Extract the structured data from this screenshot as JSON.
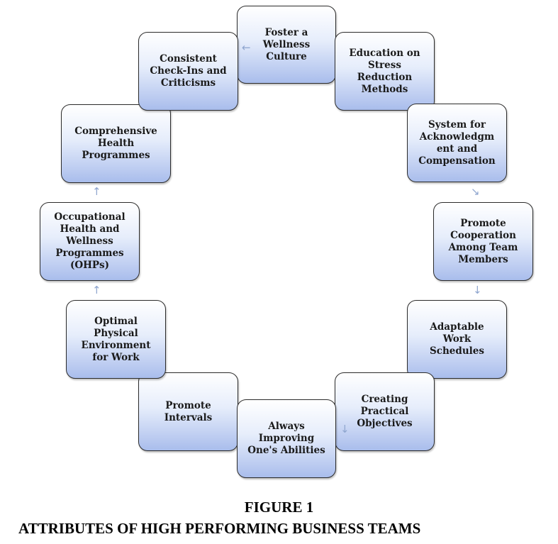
{
  "diagram": {
    "nodes": [
      {
        "id": "foster-wellness-culture",
        "label": "Foster a\nWellness\nCulture"
      },
      {
        "id": "education-stress-reduction",
        "label": "Education on\nStress\nReduction\nMethods"
      },
      {
        "id": "acknowledgment-compensation",
        "label": "System for\nAcknowledgm\nent and\nCompensation"
      },
      {
        "id": "promote-cooperation",
        "label": "Promote\nCooperation\nAmong Team\nMembers"
      },
      {
        "id": "adaptable-work-schedules",
        "label": "Adaptable\nWork\nSchedules"
      },
      {
        "id": "creating-practical-objectives",
        "label": "Creating\nPractical\nObjectives"
      },
      {
        "id": "always-improving-abilities",
        "label": "Always\nImproving\nOne's Abilities"
      },
      {
        "id": "promote-intervals",
        "label": "Promote\nIntervals"
      },
      {
        "id": "optimal-physical-environment",
        "label": "Optimal\nPhysical\nEnvironment\nfor Work"
      },
      {
        "id": "occupational-health-programmes",
        "label": "Occupational\nHealth and\nWellness\nProgrammes\n(OHPs)"
      },
      {
        "id": "comprehensive-health-programmes",
        "label": "Comprehensive\nHealth\nProgrammes"
      },
      {
        "id": "consistent-checkins",
        "label": "Consistent\nCheck-Ins and\nCriticisms"
      }
    ],
    "arrows": [
      {
        "glyph": "←"
      },
      {
        "glyph": "↘"
      },
      {
        "glyph": "↓"
      },
      {
        "glyph": "↓"
      },
      {
        "glyph": "↑"
      },
      {
        "glyph": "↑"
      }
    ]
  },
  "caption": {
    "figure_number": "FIGURE 1",
    "title": "ATTRIBUTES OF HIGH PERFORMING BUSINESS TEAMS"
  }
}
